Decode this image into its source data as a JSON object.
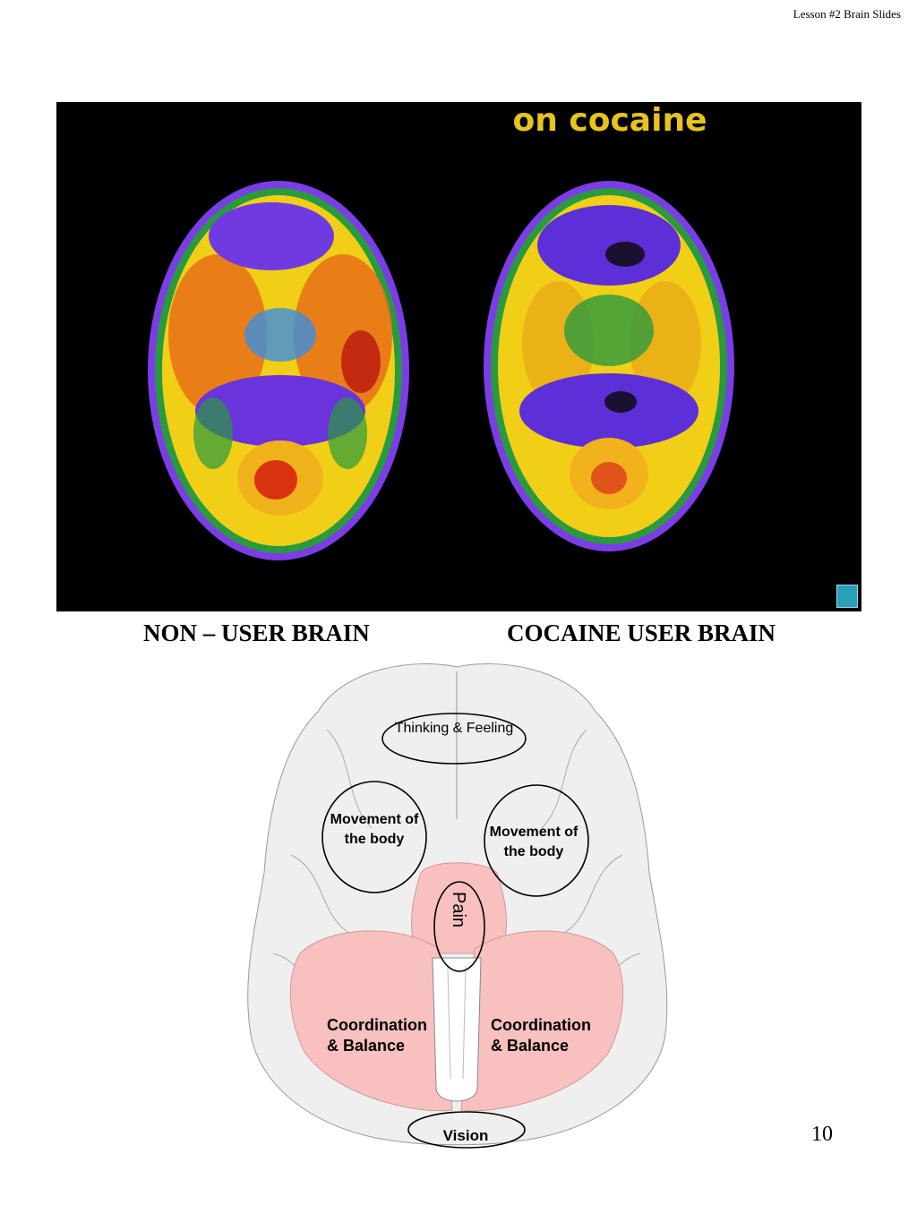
{
  "header": {
    "text": "Lesson #2 Brain Slides"
  },
  "scan": {
    "title": "on cocaine",
    "colors": {
      "background": "#000000",
      "title": "#e7c41d"
    }
  },
  "captions": {
    "left": "NON – USER BRAIN",
    "right": "COCAINE USER BRAIN"
  },
  "diagram": {
    "labels": {
      "thinking": "Thinking & Feeling",
      "movement_left_1": "Movement of",
      "movement_left_2": "the body",
      "movement_right_1": "Movement of",
      "movement_right_2": "the body",
      "pain": "Pain",
      "coord_left_1": "Coordination",
      "coord_left_2": "& Balance",
      "coord_right_1": "Coordination",
      "coord_right_2": "& Balance",
      "vision": "Vision"
    },
    "colors": {
      "cortex": "#efefef",
      "cerebellum": "#f9c0c0",
      "stem": "#ffffff"
    }
  },
  "page_number": "10"
}
